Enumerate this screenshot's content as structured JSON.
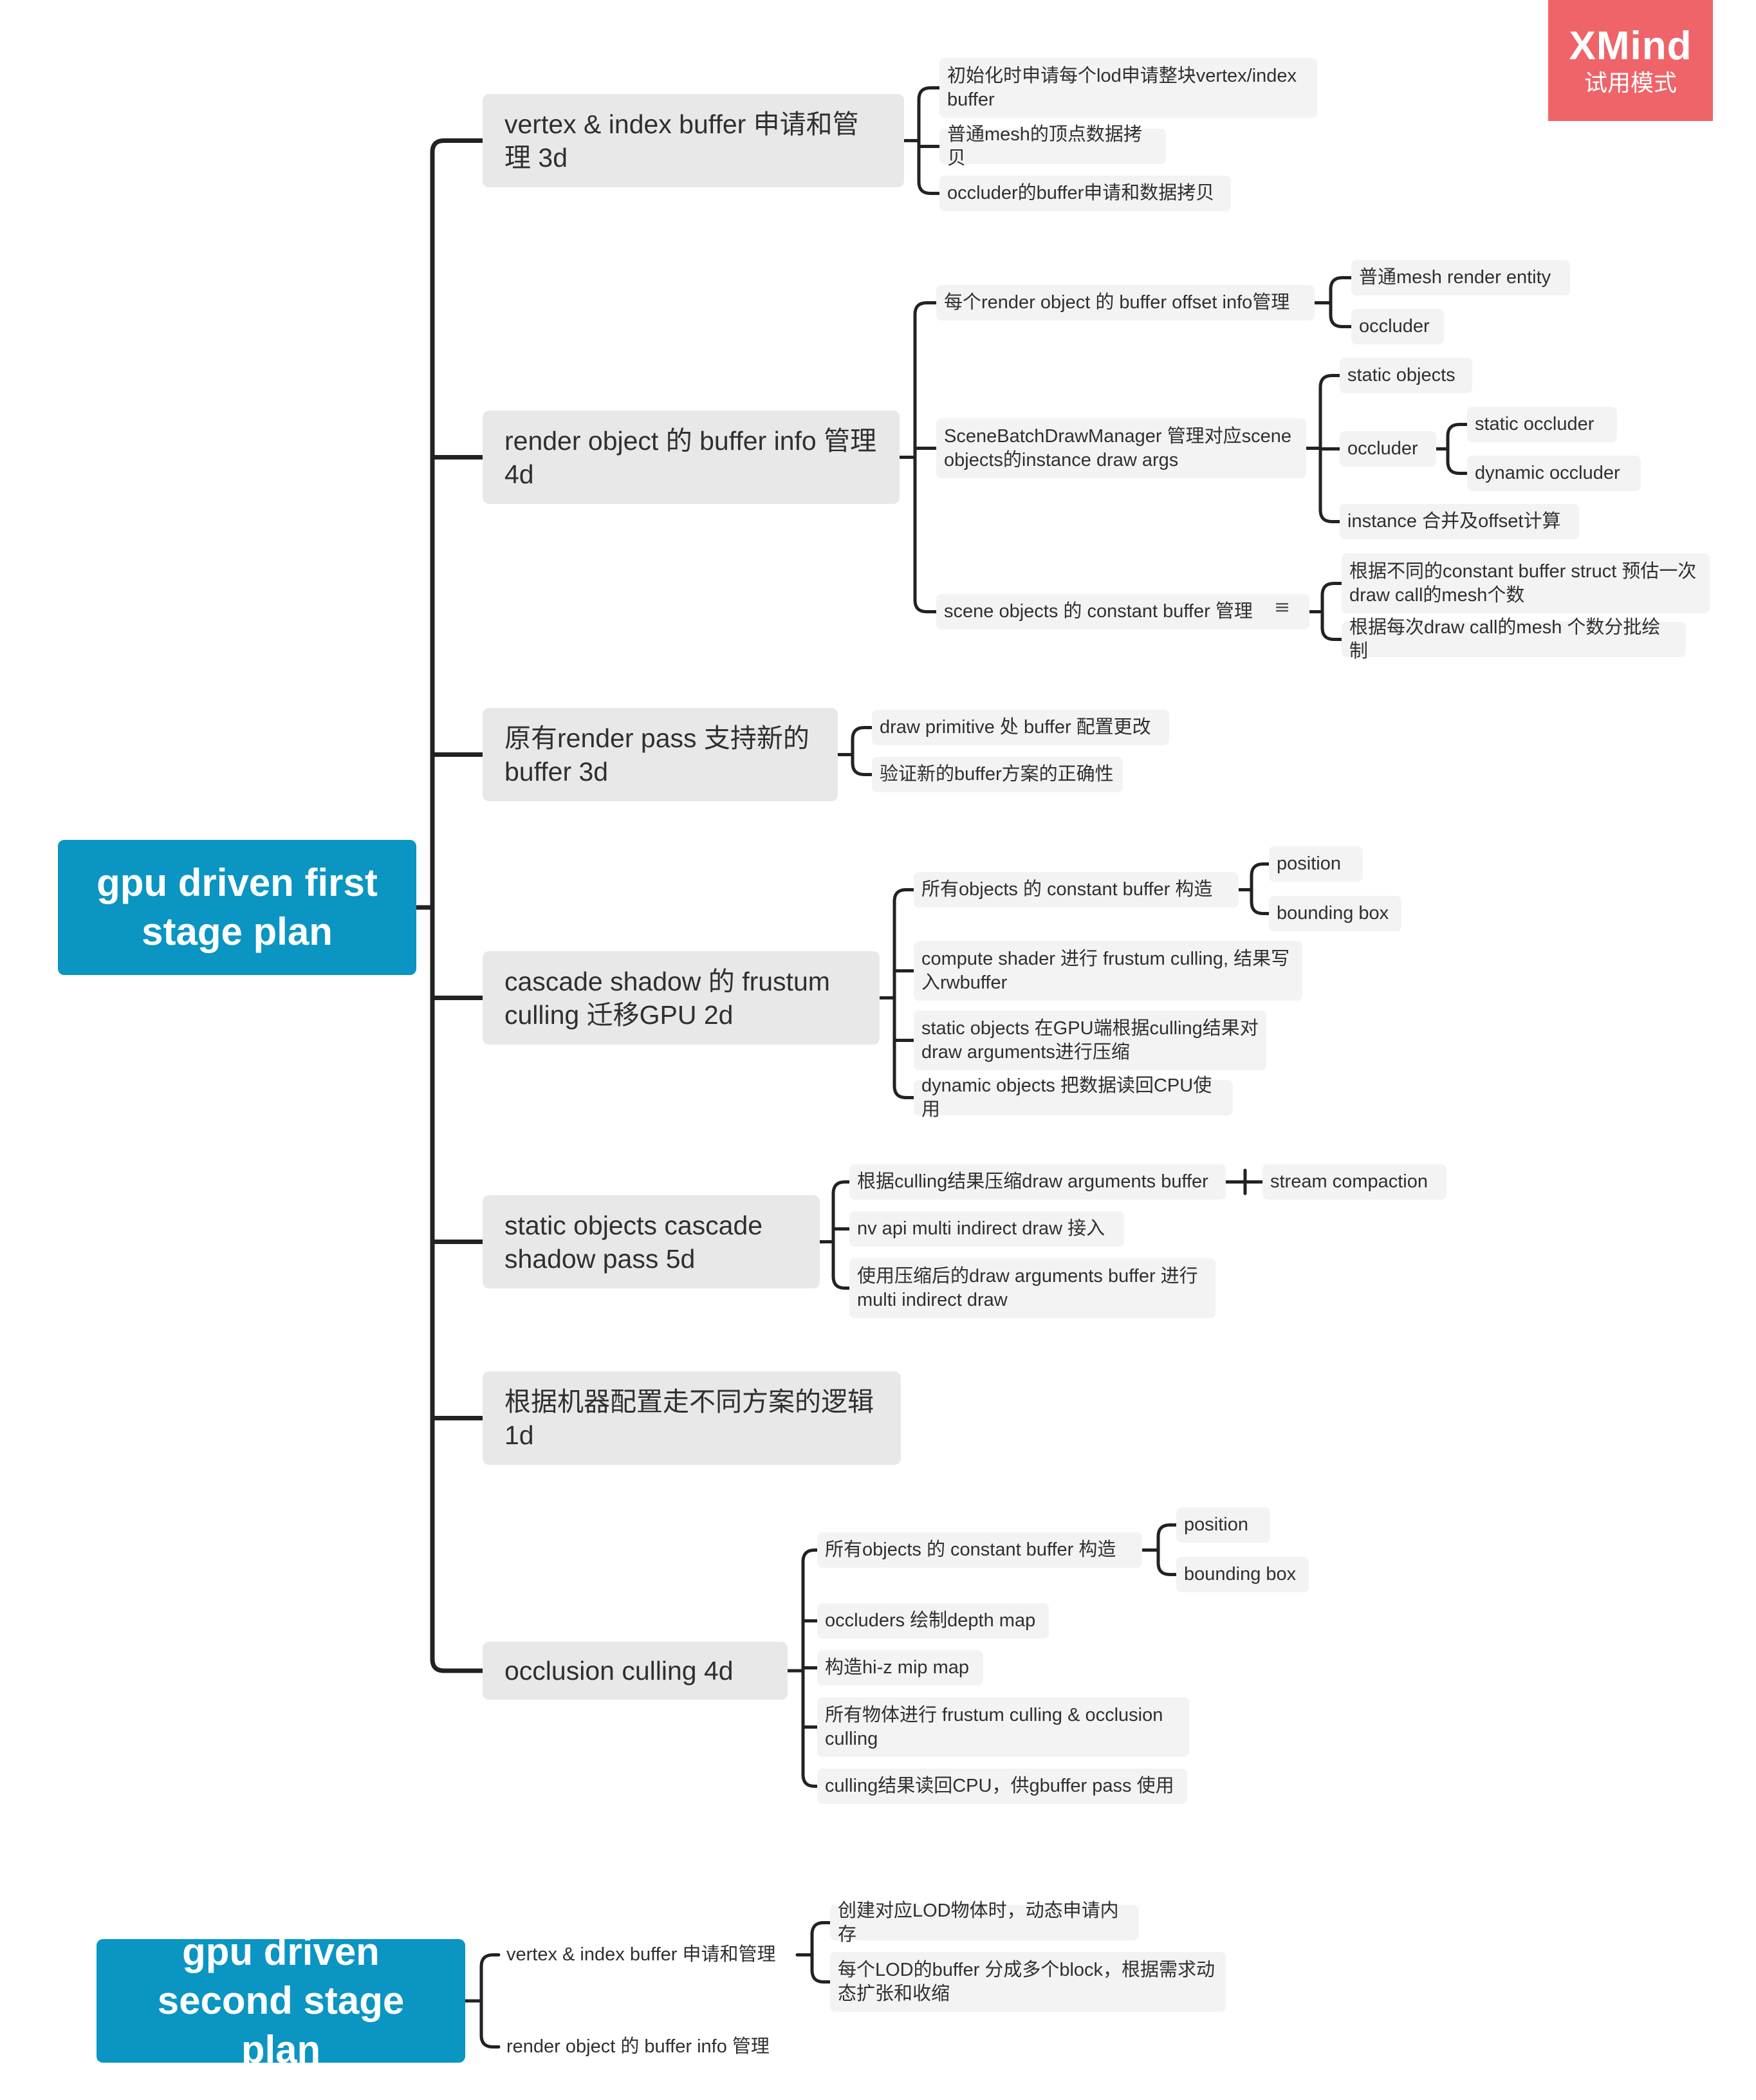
{
  "watermark": {
    "title": "XMind",
    "subtitle": "试用模式"
  },
  "roots": [
    {
      "label": "gpu driven first stage plan",
      "children": [
        {
          "label": "vertex & index buffer 申请和管理  3d",
          "children": [
            {
              "label": "初始化时申请每个lod申请整块vertex/index buffer"
            },
            {
              "label": "普通mesh的顶点数据拷贝"
            },
            {
              "label": "occluder的buffer申请和数据拷贝"
            }
          ]
        },
        {
          "label": "render object 的 buffer info 管理  4d",
          "children": [
            {
              "label": "每个render object 的 buffer offset info管理",
              "children": [
                {
                  "label": "普通mesh render entity"
                },
                {
                  "label": "occluder"
                }
              ]
            },
            {
              "label": "SceneBatchDrawManager 管理对应scene objects的instance draw args",
              "children": [
                {
                  "label": "static objects"
                },
                {
                  "label": "occluder",
                  "children": [
                    {
                      "label": "static occluder"
                    },
                    {
                      "label": "dynamic occluder"
                    }
                  ]
                },
                {
                  "label": "instance 合并及offset计算"
                }
              ]
            },
            {
              "label": "scene objects 的 constant buffer 管理",
              "has_note": true,
              "note_icon": "notes-icon",
              "children": [
                {
                  "label": "根据不同的constant buffer struct 预估一次draw call的mesh个数"
                },
                {
                  "label": "根据每次draw call的mesh 个数分批绘制"
                }
              ]
            }
          ]
        },
        {
          "label": "原有render pass 支持新的buffer 3d",
          "children": [
            {
              "label": "draw primitive 处 buffer 配置更改"
            },
            {
              "label": "验证新的buffer方案的正确性"
            }
          ]
        },
        {
          "label": "cascade shadow 的 frustum culling 迁移GPU  2d",
          "children": [
            {
              "label": "所有objects 的 constant buffer 构造",
              "children": [
                {
                  "label": "position"
                },
                {
                  "label": "bounding box"
                }
              ]
            },
            {
              "label": "compute shader 进行 frustum culling,  结果写入rwbuffer"
            },
            {
              "label": "static objects 在GPU端根据culling结果对draw arguments进行压缩"
            },
            {
              "label": "dynamic objects 把数据读回CPU使用"
            }
          ]
        },
        {
          "label": "static objects  cascade shadow pass  5d",
          "children": [
            {
              "label": "根据culling结果压缩draw arguments buffer",
              "children": [
                {
                  "label": "stream compaction"
                }
              ]
            },
            {
              "label": "nv api multi indirect draw 接入"
            },
            {
              "label": "使用压缩后的draw arguments buffer 进行multi indirect draw"
            }
          ]
        },
        {
          "label": "根据机器配置走不同方案的逻辑 1d",
          "children": []
        },
        {
          "label": "occlusion culling  4d",
          "children": [
            {
              "label": "所有objects 的 constant buffer 构造",
              "children": [
                {
                  "label": "position"
                },
                {
                  "label": "bounding box"
                }
              ]
            },
            {
              "label": "occluders 绘制depth map"
            },
            {
              "label": "构造hi-z mip map"
            },
            {
              "label": "所有物体进行 frustum culling & occlusion culling"
            },
            {
              "label": "culling结果读回CPU，供gbuffer pass 使用"
            }
          ]
        }
      ]
    },
    {
      "label": "gpu driven second stage plan",
      "children": [
        {
          "label": "vertex & index buffer 申请和管理",
          "children": [
            {
              "label": "创建对应LOD物体时，动态申请内存"
            },
            {
              "label": "每个LOD的buffer 分成多个block，根据需求动态扩张和收缩"
            }
          ]
        },
        {
          "label": "render object 的 buffer info 管理",
          "children": []
        }
      ]
    }
  ],
  "colors": {
    "root": "#0a95c2",
    "topic": "#e8e8e8",
    "subtopic": "#f3f3f3",
    "line": "#222222",
    "watermark": "#ee6469"
  }
}
